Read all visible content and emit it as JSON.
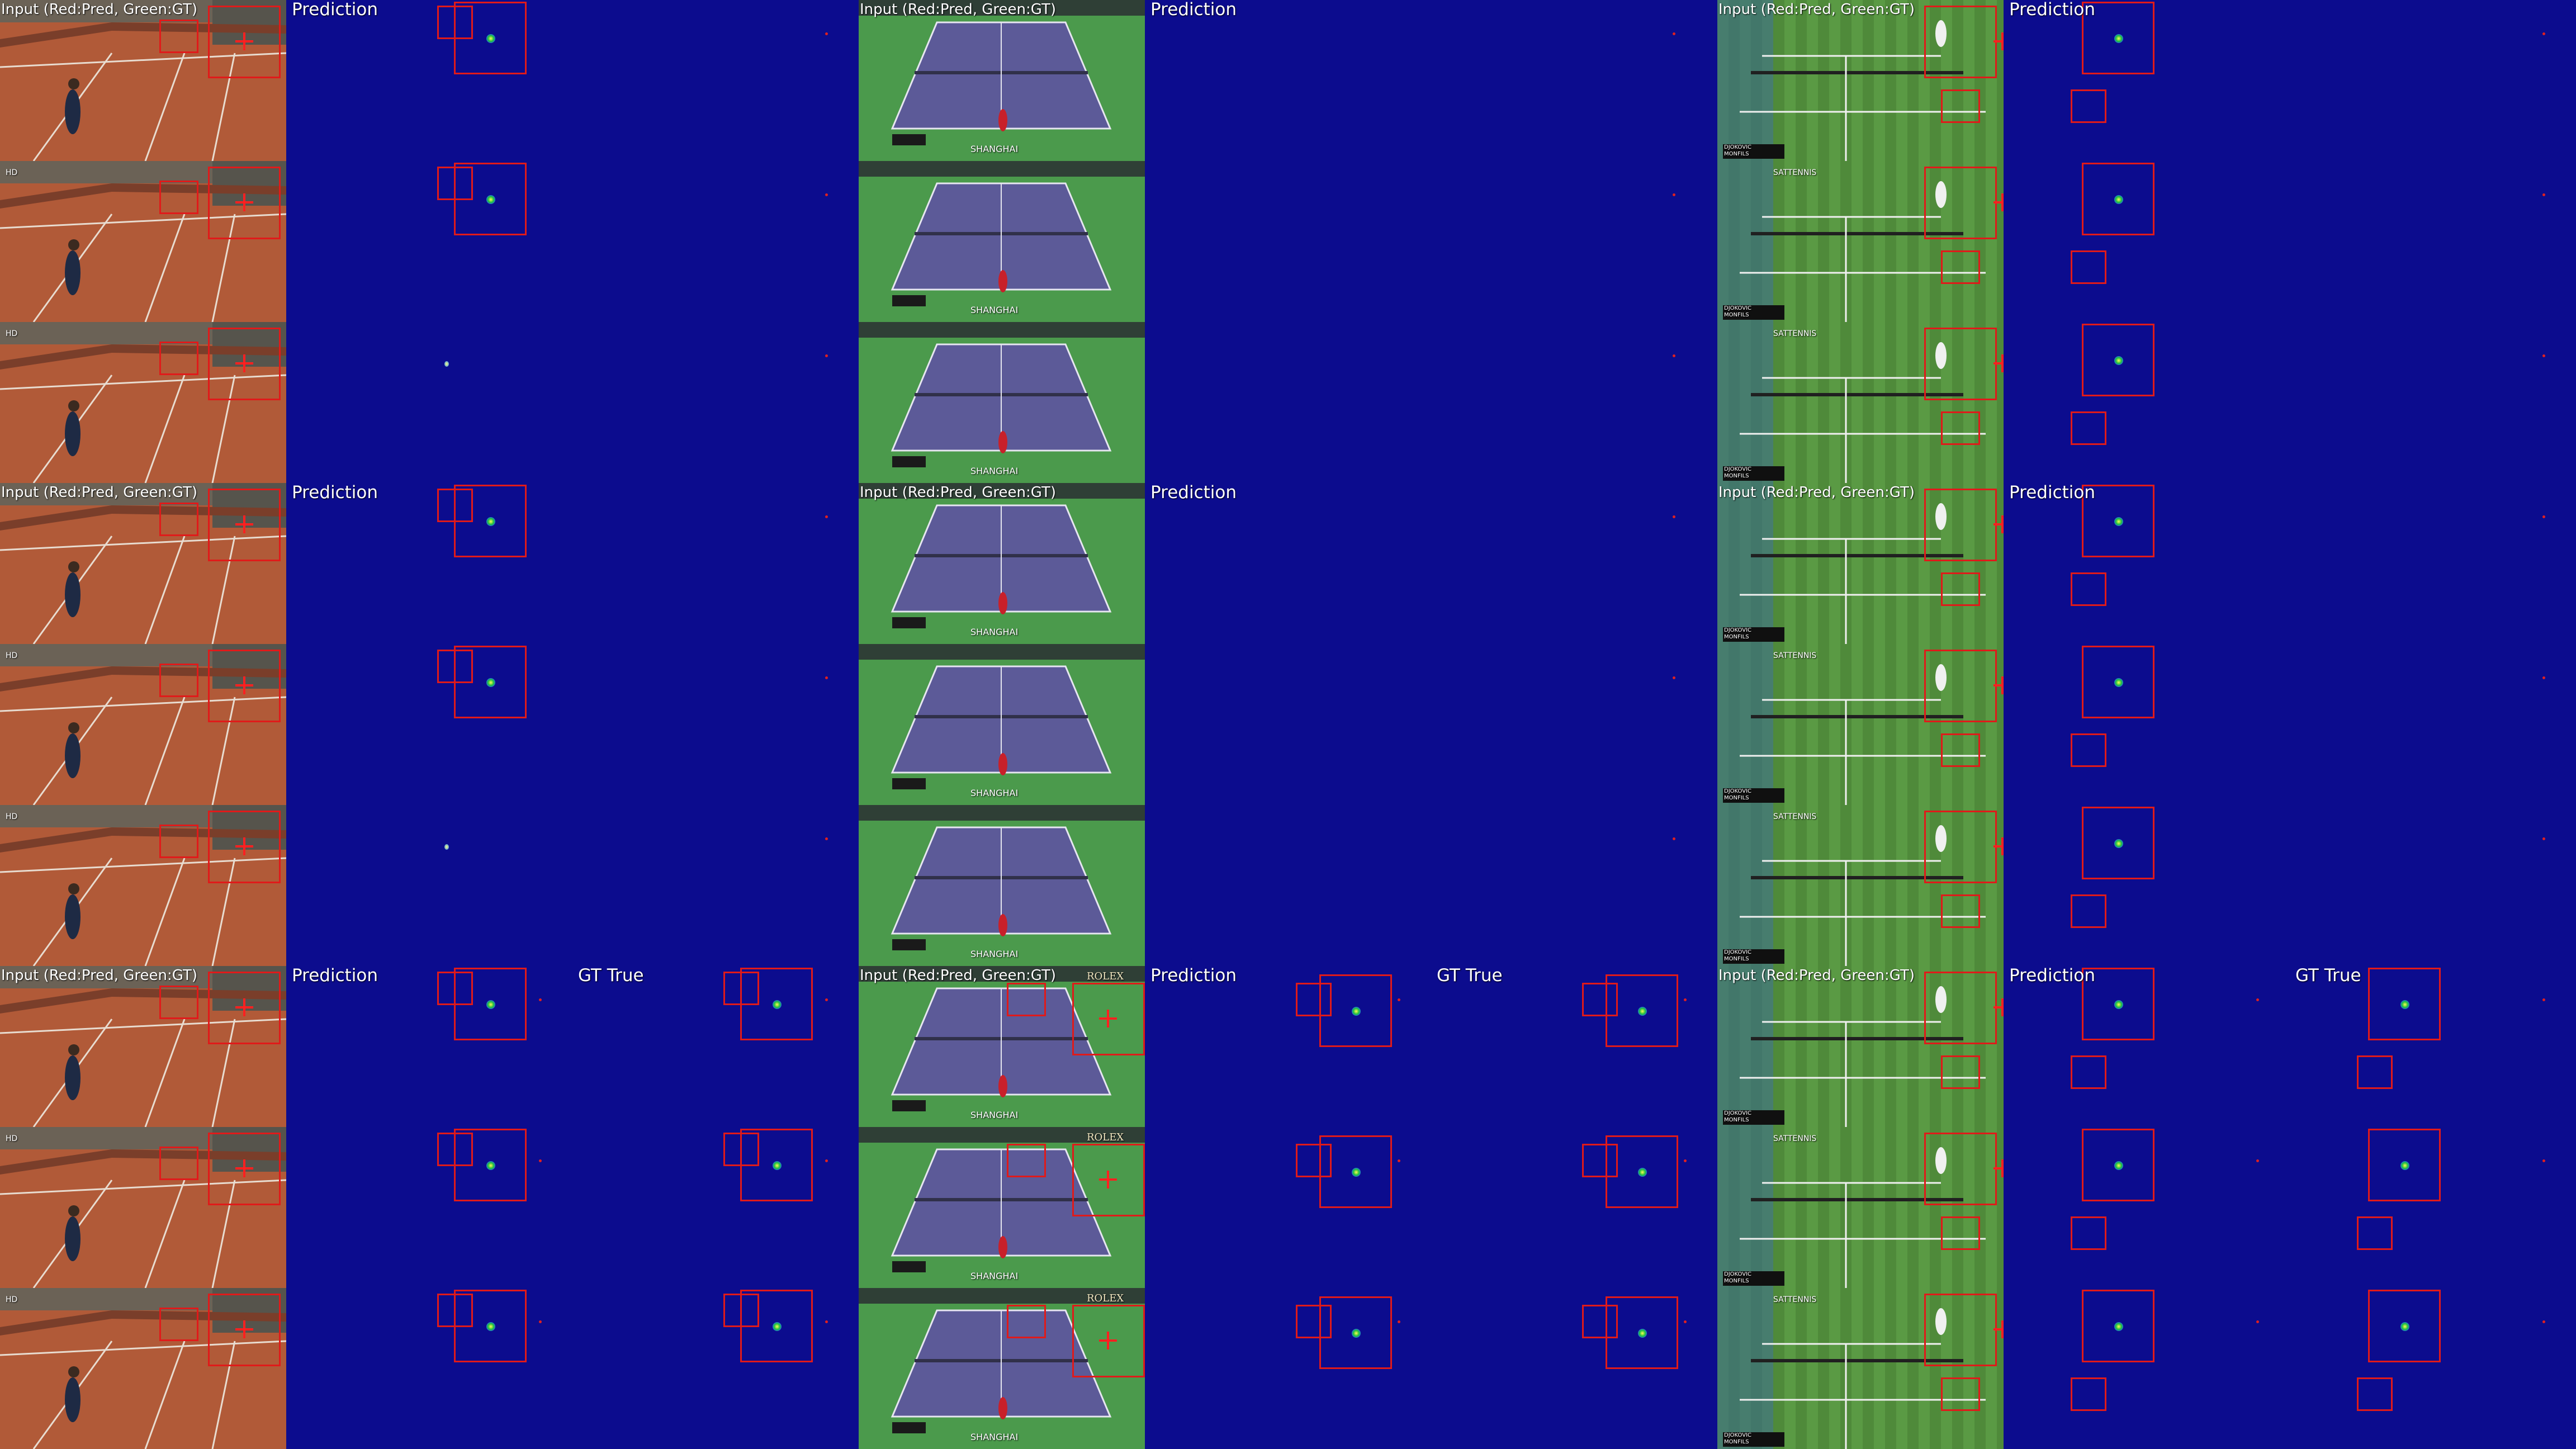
{
  "labels": {
    "input": "Input (Red:Pred, Green:GT)",
    "prediction": "Prediction",
    "gt": "GT True"
  },
  "panels": [
    {
      "row": 0,
      "col": 0,
      "court": "clay",
      "show_gt": false
    },
    {
      "row": 0,
      "col": 1,
      "court": "hard",
      "show_gt": false
    },
    {
      "row": 0,
      "col": 2,
      "court": "grass",
      "show_gt": false
    },
    {
      "row": 1,
      "col": 0,
      "court": "clay",
      "show_gt": false
    },
    {
      "row": 1,
      "col": 1,
      "court": "hard",
      "show_gt": false
    },
    {
      "row": 1,
      "col": 2,
      "court": "grass",
      "show_gt": false
    },
    {
      "row": 2,
      "col": 0,
      "court": "clay",
      "show_gt": true
    },
    {
      "row": 2,
      "col": 1,
      "court": "hard",
      "show_gt": true
    },
    {
      "row": 2,
      "col": 2,
      "court": "grass",
      "show_gt": true
    }
  ],
  "overlays": {
    "hard_caption": "SHANGHAI",
    "hard_sponsor": "ROLEX",
    "grass_caption": "SATTENNIS",
    "grass_score_1": "DJOKOVIC",
    "grass_score_2": "MONFILS",
    "clay_hd": "HD"
  },
  "colors": {
    "heatmap_bg": "#0c0c8e",
    "pred_red": "#e01a1a",
    "gt_green": "#22d322",
    "clay": "#b15a38",
    "hard_surround": "#4b9a4c",
    "hard_court": "#5c5a98",
    "grass": "#4f8a3a"
  }
}
